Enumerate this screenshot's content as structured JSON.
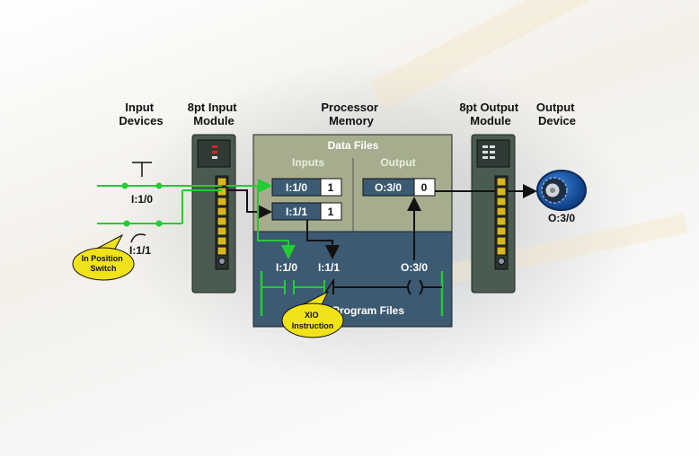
{
  "headings": {
    "input_devices": [
      "Input",
      "Devices"
    ],
    "input_module": [
      "8pt Input",
      "Module"
    ],
    "processor_memory": [
      "Processor",
      "Memory"
    ],
    "output_module": [
      "8pt Output",
      "Module"
    ],
    "output_device": [
      "Output",
      "Device"
    ]
  },
  "data_files": {
    "title": "Data Files",
    "inputs_label": "Inputs",
    "output_label": "Output",
    "input_bits": [
      {
        "address": "I:1/0",
        "value": "1"
      },
      {
        "address": "I:1/1",
        "value": "1"
      }
    ],
    "output_bit": {
      "address": "O:3/0",
      "value": "0"
    }
  },
  "program_files": {
    "title": "Program Files",
    "rung": [
      "I:1/0",
      "I:1/1",
      "O:3/0"
    ]
  },
  "devices": {
    "switch1_address": "I:1/0",
    "switch2_address": "I:1/1",
    "output_address": "O:3/0"
  },
  "callouts": {
    "position_switch": [
      "In Position",
      "Switch"
    ],
    "xio": [
      "XIO",
      "Instruction"
    ]
  },
  "colors": {
    "data_files_bg": "#a5ad8e",
    "program_files_bg": "#3d5a73",
    "wire_green": "#22cc33",
    "callout_yellow": "#f2e21a",
    "module_body": "#4a5c52",
    "motor_blue": "#1a5fb8"
  }
}
